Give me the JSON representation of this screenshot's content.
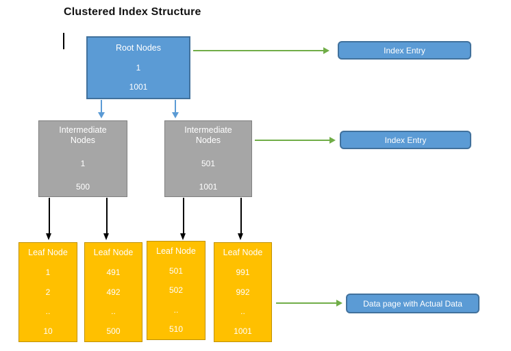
{
  "title": "Clustered Index Structure",
  "colors": {
    "node_blue": "#5B9BD5",
    "node_blue_border": "#41719C",
    "node_gray": "#A6A6A6",
    "node_gray_border": "#7F7F7F",
    "node_gold": "#FFC000",
    "node_gold_border": "#BF9000",
    "arrow_green": "#70AD47",
    "arrow_blue": "#5B9BD5",
    "arrow_black": "#000000"
  },
  "root_node": {
    "title": "Root Nodes",
    "values": [
      "1",
      "1001"
    ]
  },
  "intermediate_nodes": [
    {
      "title": "Intermediate Nodes",
      "values": [
        "1",
        "500"
      ]
    },
    {
      "title": "Intermediate Nodes",
      "values": [
        "501",
        "1001"
      ]
    }
  ],
  "leaf_nodes": [
    {
      "title": "Leaf Node",
      "values": [
        "1",
        "2",
        "..",
        "10"
      ]
    },
    {
      "title": "Leaf Node",
      "values": [
        "491",
        "492",
        "..",
        "500"
      ]
    },
    {
      "title": "Leaf Node",
      "values": [
        "501",
        "502",
        "..",
        "510"
      ]
    },
    {
      "title": "Leaf Node",
      "values": [
        "991",
        "992",
        "..",
        "1001"
      ]
    }
  ],
  "labels": {
    "index_entry_root": "Index Entry",
    "index_entry_intermediate": "Index Entry",
    "data_page": "Data page with Actual Data"
  }
}
